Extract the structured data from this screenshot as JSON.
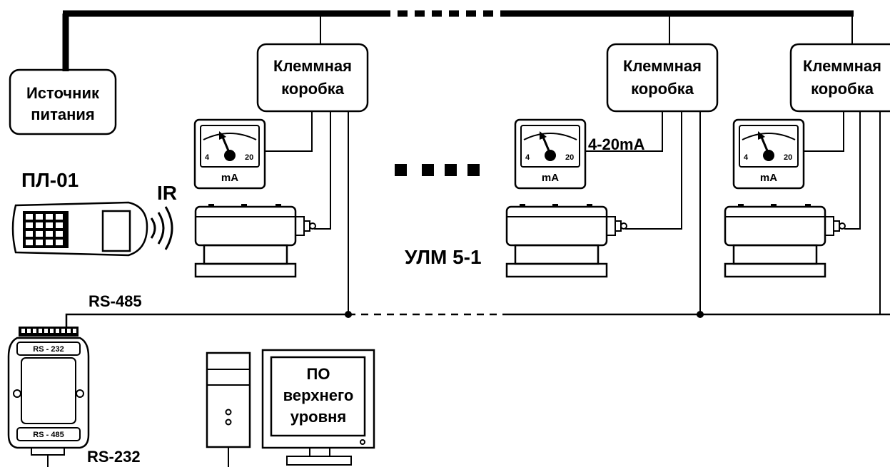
{
  "power_source": {
    "line1": "Источник",
    "line2": "питания"
  },
  "junction_boxes": [
    {
      "line1": "Клеммная",
      "line2": "коробка"
    },
    {
      "line1": "Клеммная",
      "line2": "коробка"
    },
    {
      "line1": "Клеммная",
      "line2": "коробка"
    }
  ],
  "meter": {
    "min": "4",
    "max": "20",
    "unit": "mA"
  },
  "current_loop_label": "4-20mA",
  "handheld_label": "ПЛ-01",
  "ir_label": "IR",
  "device_label": "УЛМ 5-1",
  "bus_label": "RS-485",
  "converter": {
    "top_label": "RS - 232",
    "bottom_label": "RS - 485"
  },
  "pc_link_label": "RS-232",
  "monitor": {
    "line1": "ПО",
    "line2": "верхнего",
    "line3": "уровня"
  }
}
